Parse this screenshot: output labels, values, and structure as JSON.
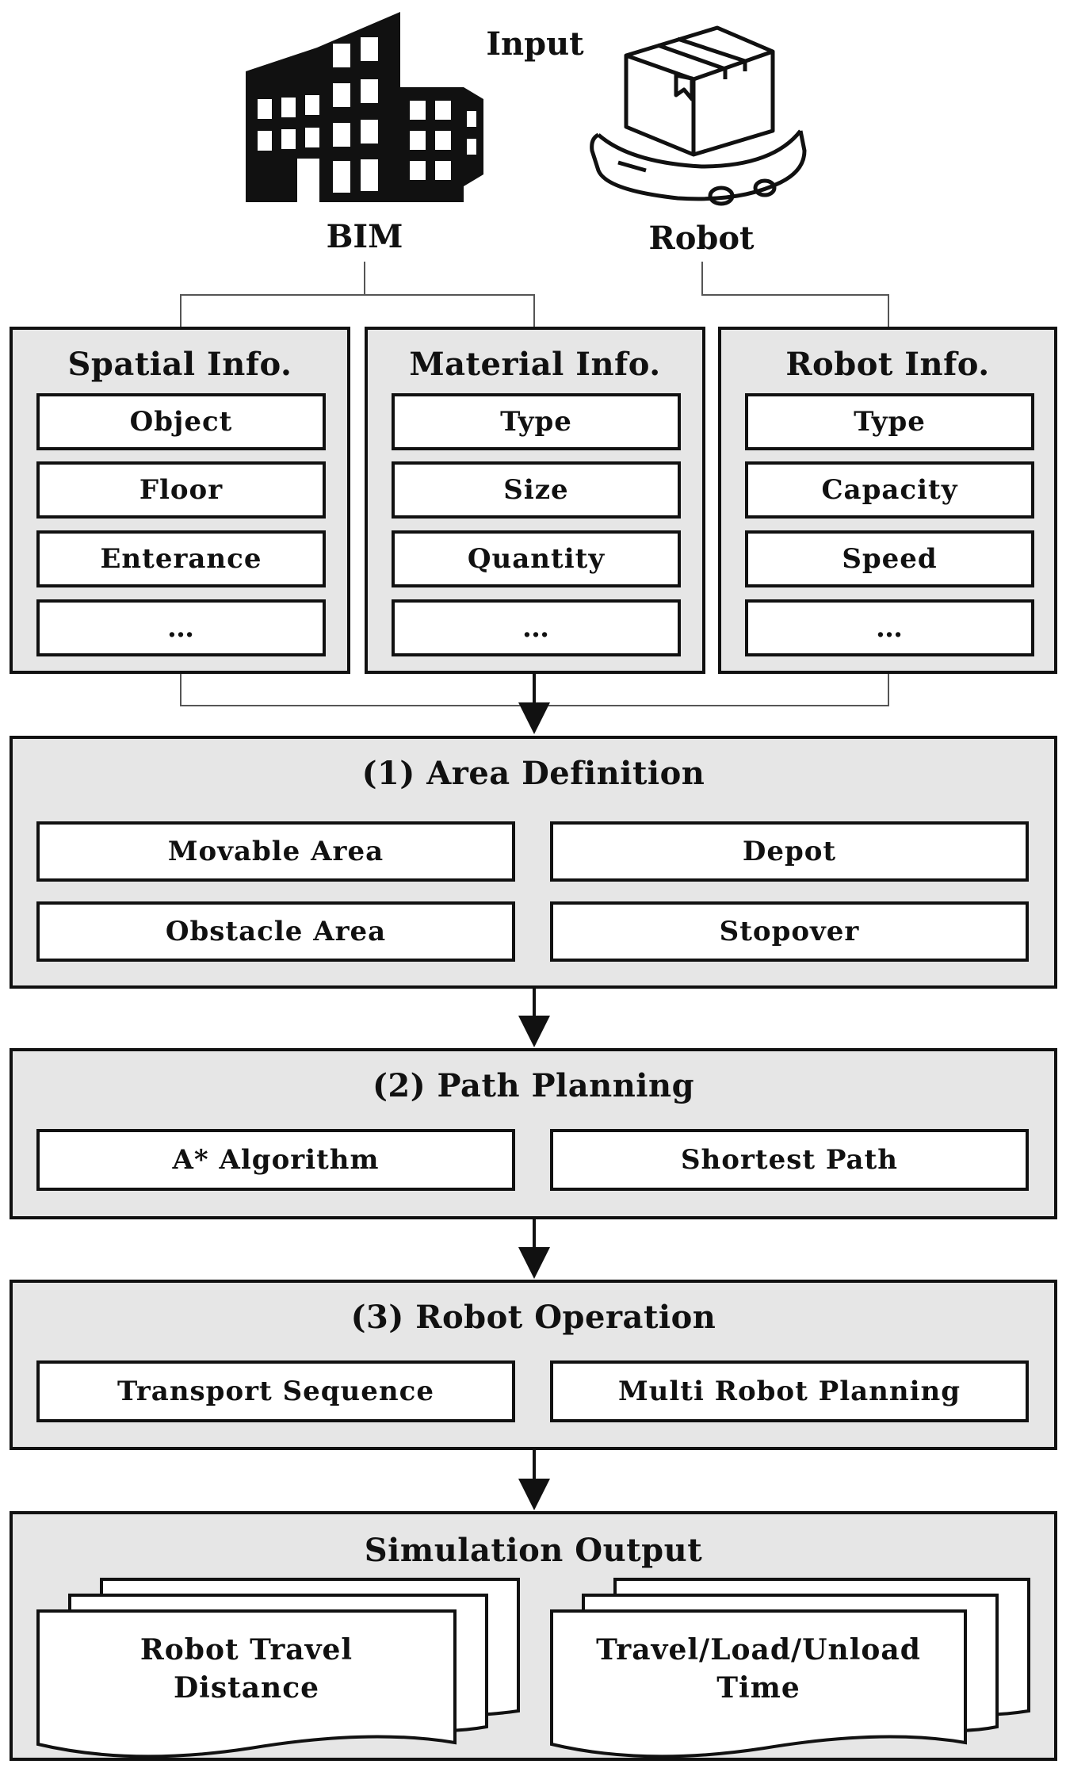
{
  "inputs": {
    "input_label": "Input",
    "bim_label": "BIM",
    "robot_label": "Robot",
    "bim_icon": "building-icon",
    "robot_icon": "delivery-robot-icon"
  },
  "info_panels": [
    {
      "title": "Spatial Info.",
      "items": [
        "Object",
        "Floor",
        "Enterance",
        "…"
      ]
    },
    {
      "title": "Material Info.",
      "items": [
        "Type",
        "Size",
        "Quantity",
        "…"
      ]
    },
    {
      "title": "Robot Info.",
      "items": [
        "Type",
        "Capacity",
        "Speed",
        "…"
      ]
    }
  ],
  "area_definition": {
    "title": "(1) Area Definition",
    "items": [
      "Movable Area",
      "Depot",
      "Obstacle Area",
      "Stopover"
    ]
  },
  "path_planning": {
    "title": "(2) Path Planning",
    "items": [
      "A* Algorithm",
      "Shortest Path"
    ]
  },
  "robot_operation": {
    "title": "(3) Robot Operation",
    "items": [
      "Transport Sequence",
      "Multi Robot Planning"
    ]
  },
  "simulation_output": {
    "title": "Simulation Output",
    "docs": [
      {
        "line1": "Robot Travel",
        "line2": "Distance"
      },
      {
        "line1": "Travel/Load/Unload",
        "line2": "Time"
      }
    ]
  },
  "colors": {
    "panel_fill": "#e6e6e6",
    "line": "#111111",
    "box_fill": "#ffffff"
  }
}
